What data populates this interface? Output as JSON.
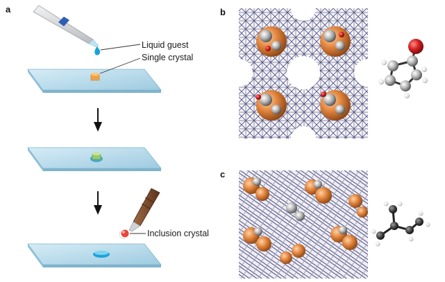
{
  "panels": {
    "a": {
      "letter": "a",
      "labels": {
        "liquid_guest": "Liquid guest",
        "single_crystal": "Single crystal",
        "inclusion_crystal": "Inclusion crystal"
      }
    },
    "b": {
      "letter": "b"
    },
    "c": {
      "letter": "c"
    }
  },
  "colors": {
    "slide_face": "#b9dcec",
    "slide_edge": "#7fb3cc",
    "pipette_body": "#d7d9db",
    "pipette_stripe": "#2b5fb3",
    "liquid": "#1aa3d9",
    "crystal_orange": "#f0a24a",
    "crystal_soaked": "#5fb8c9",
    "pipette_brown": "#7a4a2a",
    "inclusion_red": "#e8453c",
    "framework_purple": "#4b4a8a",
    "framework_grey": "#9a9aa3",
    "guest_orange": "#d9782f",
    "oxygen_red": "#cc2222",
    "atom_grey": "#8a8a8a",
    "arrow": "#111111"
  },
  "icons": [
    "pipette-icon",
    "slide-icon",
    "crystal-icon",
    "arrow-down-icon",
    "capillary-pipette-icon",
    "ketone-molecule-icon",
    "alkene-molecule-icon"
  ]
}
